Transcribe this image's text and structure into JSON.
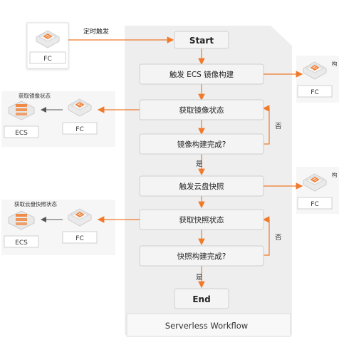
{
  "colors": {
    "accent": "#f07a2a",
    "step_fill": "#f4f4f4",
    "step_stroke": "#cfcfcf",
    "panel": "#eeeeee",
    "arrow_dark": "#555555"
  },
  "workflow": {
    "start_label": "Start",
    "end_label": "End",
    "footer_label": "Serverless Workflow",
    "steps": {
      "trigger_ecs": "触发 ECS 镜像构建",
      "get_image_status": "获取镜像状态",
      "image_done": "镜像构建完成?",
      "trigger_snapshot": "触发云盘快照",
      "get_snapshot_status": "获取快照状态",
      "snapshot_done": "快照构建完成?"
    },
    "branch_labels": {
      "yes_1": "是",
      "no_1": "否",
      "yes_2": "是",
      "no_2": "否"
    }
  },
  "external": {
    "timer_label": "定时触发",
    "fc_label": "FC",
    "ecs_label": "ECS",
    "get_image_status_note": "获取镜像状态",
    "get_snapshot_status_note": "获取云盘快照状态",
    "right_note_1": "构",
    "right_note_2": "构",
    "icon_name": "function-compute-icon",
    "ecs_icon_name": "server-icon"
  }
}
